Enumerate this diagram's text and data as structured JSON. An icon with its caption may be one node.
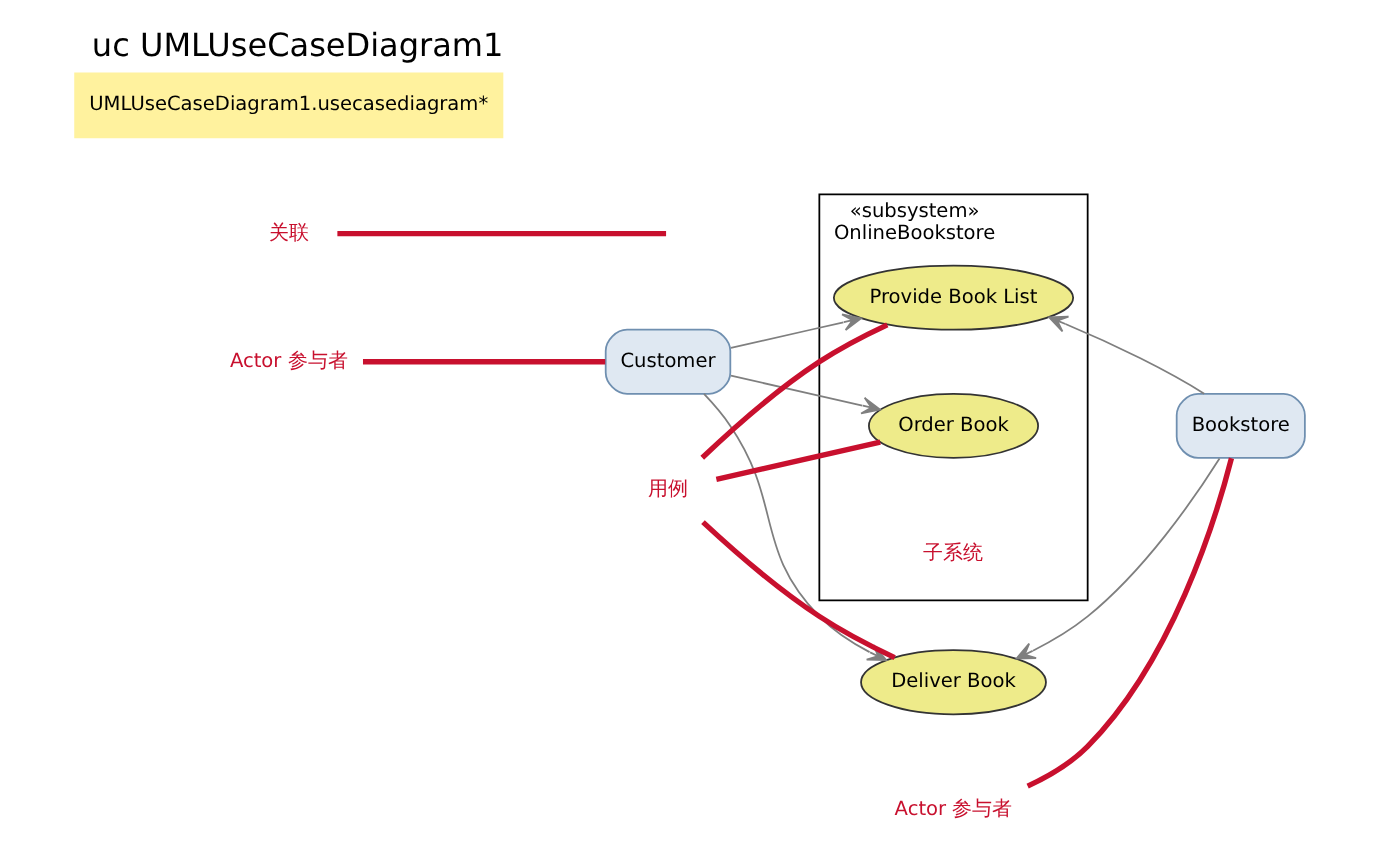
{
  "diagram": {
    "title": "uc UMLUseCaseDiagram1",
    "nodes": [
      {
        "text": [
          "«subsystem»",
          "OnlineBookstore"
        ]
      },
      {
        "text": [
          "Provide Book List"
        ],
        "in": 0
      },
      {
        "text": [
          "Order Book"
        ],
        "in": 0
      },
      {
        "text": [
          "Customer"
        ]
      },
      {
        "text": [
          "Bookstore"
        ]
      },
      {
        "text": [
          "Deliver Book"
        ]
      },
      {
        "text": [
          "Actor 参与者"
        ]
      },
      {
        "text": [
          "Actor 参与者"
        ]
      },
      {
        "text": [
          "关联"
        ]
      },
      {
        "text": [
          "用例"
        ]
      }
    ],
    "edges": [
      {
        "from": 3,
        "to": 1,
        "arrow": "to",
        "color": "#7f7f7f"
      },
      {
        "from": 3,
        "to": 2,
        "arrow": "to",
        "color": "#7f7f7f"
      },
      {
        "from": 3,
        "to": 5,
        "arrow": "to",
        "color": "#7f7f7f"
      },
      {
        "from": 4,
        "to": 1,
        "arrow": "to",
        "color": "#7f7f7f"
      },
      {
        "from": 4,
        "to": 5,
        "arrow": "to",
        "color": "#7f7f7f"
      },
      {
        "from": 6,
        "to": 3,
        "arrow": "none"
      },
      {
        "from": 7,
        "to": 4,
        "arrow": "none"
      },
      {
        "from": 8,
        "to": null,
        "arrow": "none"
      },
      {
        "from": 9,
        "to": 1,
        "arrow": "none"
      },
      {
        "from": 9,
        "to": 2,
        "arrow": "none"
      },
      {
        "from": 9,
        "to": 5,
        "arrow": "none"
      }
    ],
    "labels": [
      "UMLUseCaseDiagram1.usecasediagram*",
      "子系统"
    ]
  }
}
